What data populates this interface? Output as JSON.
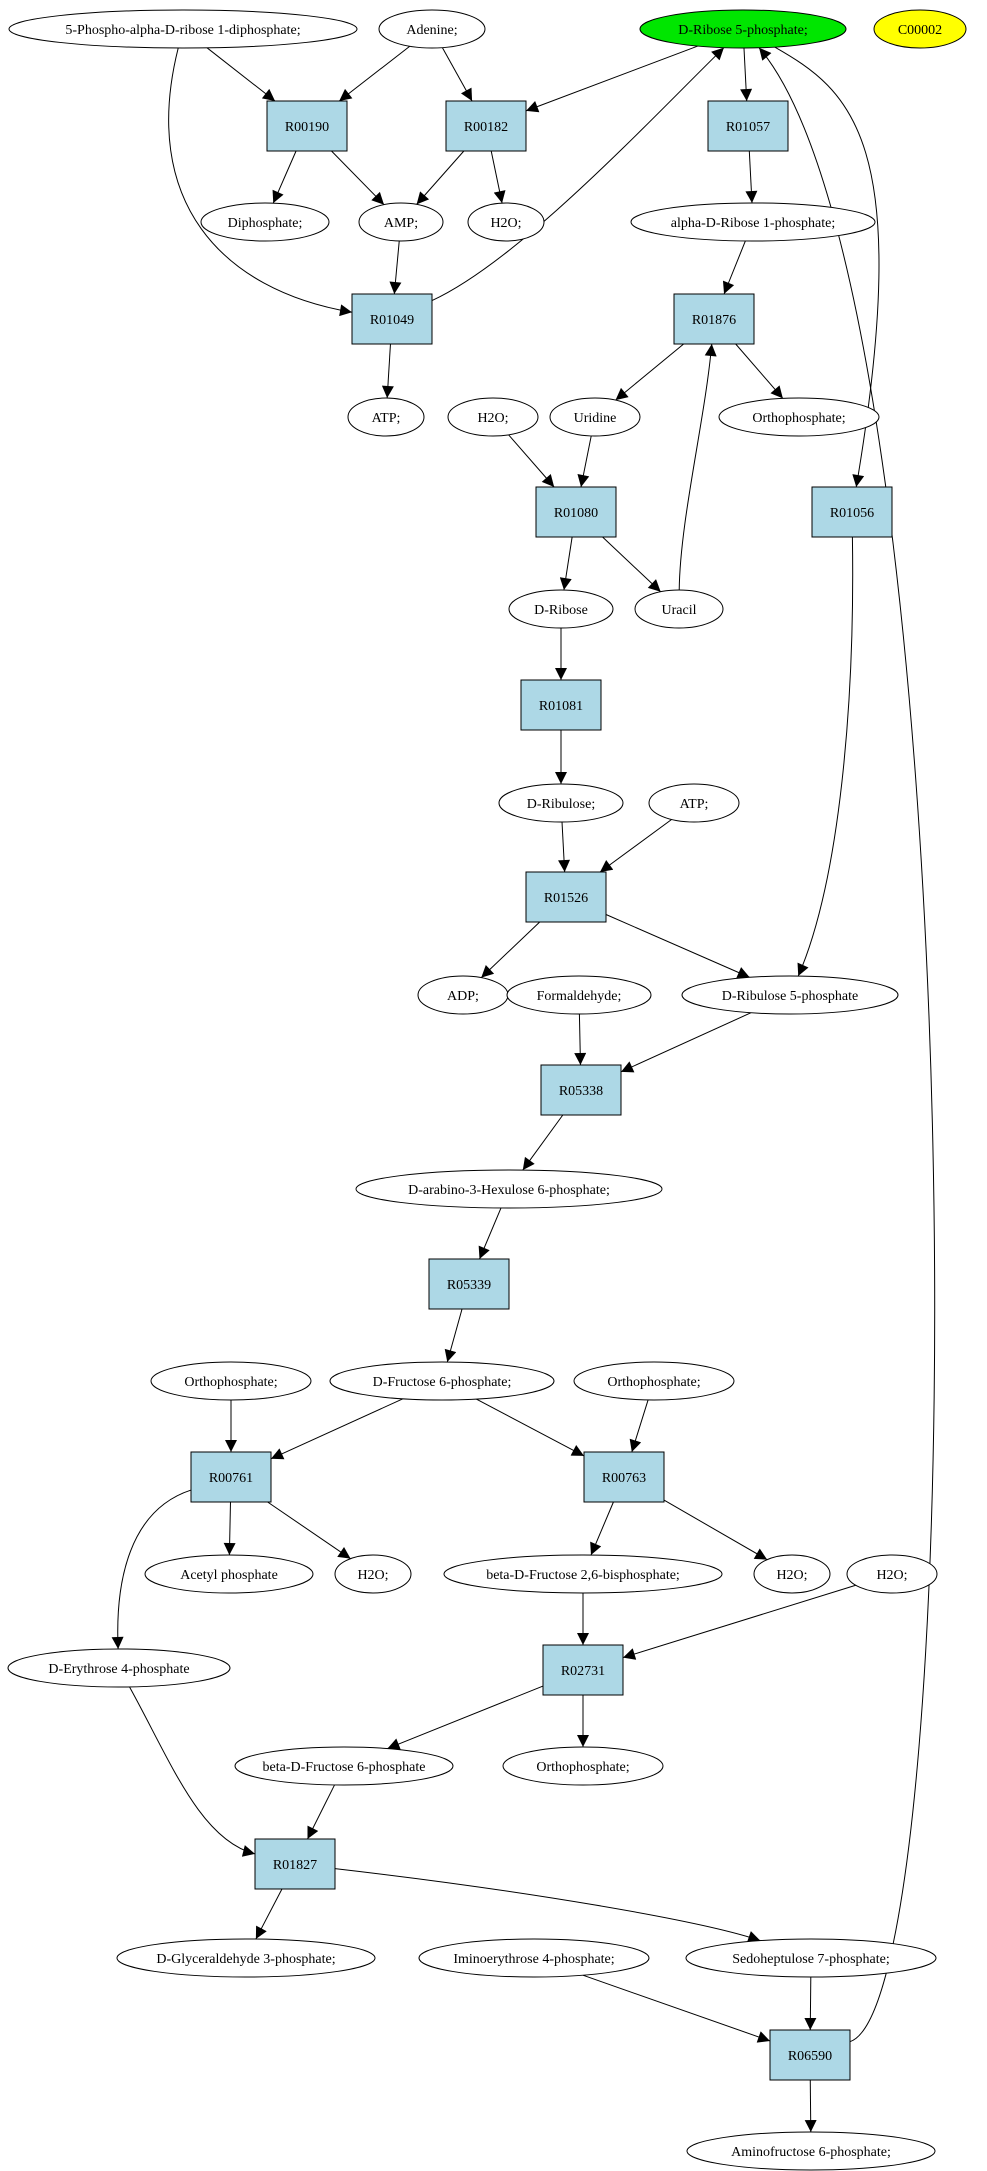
{
  "colors": {
    "compound_fill": "#ffffff",
    "reaction_fill": "#add8e6",
    "highlight_target": "#00e600",
    "highlight_query": "#ffff00"
  },
  "compounds": [
    {
      "id": "c_prpp",
      "label": "5-Phospho-alpha-D-ribose 1-diphosphate;"
    },
    {
      "id": "c_adenine",
      "label": "Adenine;"
    },
    {
      "id": "c_r5p",
      "label": "D-Ribose 5-phosphate;",
      "highlight": "target"
    },
    {
      "id": "c_c00002",
      "label": "C00002",
      "highlight": "query"
    },
    {
      "id": "c_ppi",
      "label": "Diphosphate;"
    },
    {
      "id": "c_amp",
      "label": "AMP;"
    },
    {
      "id": "c_h2o_1",
      "label": "H2O;"
    },
    {
      "id": "c_r1p",
      "label": "alpha-D-Ribose 1-phosphate;"
    },
    {
      "id": "c_atp_1",
      "label": "ATP;"
    },
    {
      "id": "c_h2o_2",
      "label": "H2O;"
    },
    {
      "id": "c_uridine",
      "label": "Uridine"
    },
    {
      "id": "c_pi_1",
      "label": "Orthophosphate;"
    },
    {
      "id": "c_ribose",
      "label": "D-Ribose"
    },
    {
      "id": "c_uracil",
      "label": "Uracil"
    },
    {
      "id": "c_ribulose",
      "label": "D-Ribulose;"
    },
    {
      "id": "c_atp_2",
      "label": "ATP;"
    },
    {
      "id": "c_adp",
      "label": "ADP;"
    },
    {
      "id": "c_formaldehyde",
      "label": "Formaldehyde;"
    },
    {
      "id": "c_ru5p",
      "label": "D-Ribulose 5-phosphate"
    },
    {
      "id": "c_hu6p",
      "label": "D-arabino-3-Hexulose 6-phosphate;"
    },
    {
      "id": "c_pi_2",
      "label": "Orthophosphate;"
    },
    {
      "id": "c_f6p",
      "label": "D-Fructose 6-phosphate;"
    },
    {
      "id": "c_pi_3",
      "label": "Orthophosphate;"
    },
    {
      "id": "c_acp",
      "label": "Acetyl phosphate"
    },
    {
      "id": "c_h2o_3",
      "label": "H2O;"
    },
    {
      "id": "c_f26bp",
      "label": "beta-D-Fructose 2,6-bisphosphate;"
    },
    {
      "id": "c_h2o_4",
      "label": "H2O;"
    },
    {
      "id": "c_h2o_5",
      "label": "H2O;"
    },
    {
      "id": "c_e4p",
      "label": "D-Erythrose 4-phosphate"
    },
    {
      "id": "c_bf6p",
      "label": "beta-D-Fructose 6-phosphate"
    },
    {
      "id": "c_pi_4",
      "label": "Orthophosphate;"
    },
    {
      "id": "c_g3p",
      "label": "D-Glyceraldehyde 3-phosphate;"
    },
    {
      "id": "c_ie4p",
      "label": "Iminoerythrose 4-phosphate;"
    },
    {
      "id": "c_s7p",
      "label": "Sedoheptulose 7-phosphate;"
    },
    {
      "id": "c_af6p",
      "label": "Aminofructose 6-phosphate;"
    }
  ],
  "reactions": [
    {
      "id": "R00190",
      "label": "R00190"
    },
    {
      "id": "R00182",
      "label": "R00182"
    },
    {
      "id": "R01057",
      "label": "R01057"
    },
    {
      "id": "R01049",
      "label": "R01049"
    },
    {
      "id": "R01876",
      "label": "R01876"
    },
    {
      "id": "R01080",
      "label": "R01080"
    },
    {
      "id": "R01056",
      "label": "R01056"
    },
    {
      "id": "R01081",
      "label": "R01081"
    },
    {
      "id": "R01526",
      "label": "R01526"
    },
    {
      "id": "R05338",
      "label": "R05338"
    },
    {
      "id": "R05339",
      "label": "R05339"
    },
    {
      "id": "R00761",
      "label": "R00761"
    },
    {
      "id": "R00763",
      "label": "R00763"
    },
    {
      "id": "R02731",
      "label": "R02731"
    },
    {
      "id": "R01827",
      "label": "R01827"
    },
    {
      "id": "R06590",
      "label": "R06590"
    }
  ],
  "edges": [
    [
      "c_prpp",
      "R00190"
    ],
    [
      "c_adenine",
      "R00190"
    ],
    [
      "c_adenine",
      "R00182"
    ],
    [
      "c_r5p",
      "R00182"
    ],
    [
      "c_r5p",
      "R01057"
    ],
    [
      "R00190",
      "c_ppi"
    ],
    [
      "R00190",
      "c_amp"
    ],
    [
      "R00182",
      "c_amp"
    ],
    [
      "R00182",
      "c_h2o_1"
    ],
    [
      "R01057",
      "c_r1p"
    ],
    [
      "c_prpp",
      "R01049"
    ],
    [
      "c_amp",
      "R01049"
    ],
    [
      "R01049",
      "c_r5p"
    ],
    [
      "R01049",
      "c_atp_1"
    ],
    [
      "c_r1p",
      "R01876"
    ],
    [
      "R01876",
      "c_uridine"
    ],
    [
      "R01876",
      "c_pi_1"
    ],
    [
      "c_h2o_2",
      "R01080"
    ],
    [
      "c_uridine",
      "R01080"
    ],
    [
      "R01080",
      "c_ribose"
    ],
    [
      "R01080",
      "c_uracil"
    ],
    [
      "c_uracil",
      "R01876"
    ],
    [
      "c_r5p",
      "R01056"
    ],
    [
      "c_ribose",
      "R01081"
    ],
    [
      "R01081",
      "c_ribulose"
    ],
    [
      "c_ribulose",
      "R01526"
    ],
    [
      "c_atp_2",
      "R01526"
    ],
    [
      "R01526",
      "c_adp"
    ],
    [
      "R01526",
      "c_ru5p"
    ],
    [
      "R01056",
      "c_ru5p"
    ],
    [
      "c_formaldehyde",
      "R05338"
    ],
    [
      "c_ru5p",
      "R05338"
    ],
    [
      "R05338",
      "c_hu6p"
    ],
    [
      "c_hu6p",
      "R05339"
    ],
    [
      "R05339",
      "c_f6p"
    ],
    [
      "c_pi_2",
      "R00761"
    ],
    [
      "c_f6p",
      "R00761"
    ],
    [
      "c_f6p",
      "R00763"
    ],
    [
      "c_pi_3",
      "R00763"
    ],
    [
      "R00761",
      "c_acp"
    ],
    [
      "R00761",
      "c_h2o_3"
    ],
    [
      "R00761",
      "c_e4p"
    ],
    [
      "R00763",
      "c_f26bp"
    ],
    [
      "R00763",
      "c_h2o_4"
    ],
    [
      "c_f26bp",
      "R02731"
    ],
    [
      "c_h2o_5",
      "R02731"
    ],
    [
      "R02731",
      "c_bf6p"
    ],
    [
      "R02731",
      "c_pi_4"
    ],
    [
      "c_e4p",
      "R01827"
    ],
    [
      "c_bf6p",
      "R01827"
    ],
    [
      "R01827",
      "c_g3p"
    ],
    [
      "R01827",
      "c_s7p"
    ],
    [
      "c_ie4p",
      "R06590"
    ],
    [
      "c_s7p",
      "R06590"
    ],
    [
      "R06590",
      "c_r5p"
    ],
    [
      "R06590",
      "c_af6p"
    ]
  ]
}
